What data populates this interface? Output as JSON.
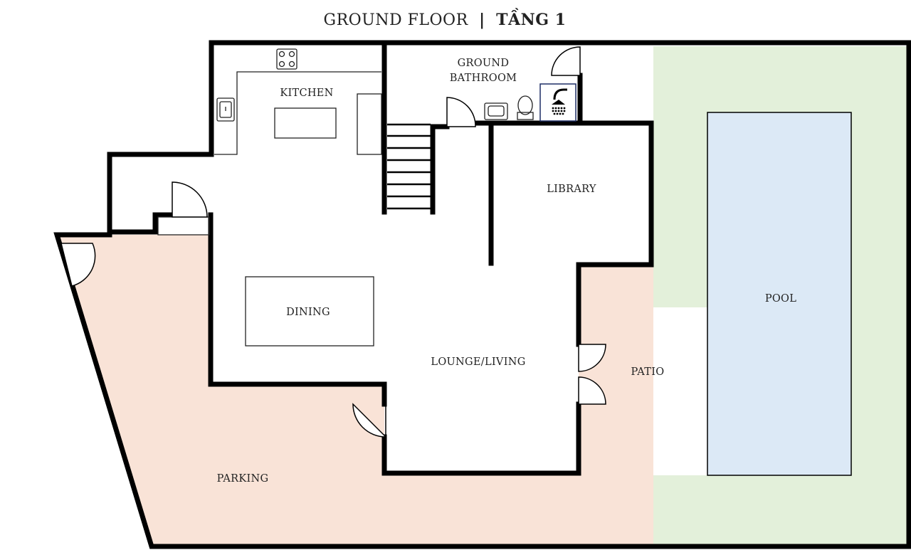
{
  "title": {
    "main": "GROUND FLOOR",
    "separator": "|",
    "local": "TẦNG 1"
  },
  "rooms": {
    "kitchen": "KITCHEN",
    "bathroom_line1": "GROUND",
    "bathroom_line2": "BATHROOM",
    "library": "LIBRARY",
    "dining": "DINING",
    "lounge": "LOUNGE/LIVING",
    "patio": "PATIO",
    "pool": "POOL",
    "parking": "PARKING"
  },
  "colors": {
    "parking_patio": "#f9e3d7",
    "garden": "#e3f0da",
    "pool": "#dce9f6",
    "wall": "#000000"
  }
}
